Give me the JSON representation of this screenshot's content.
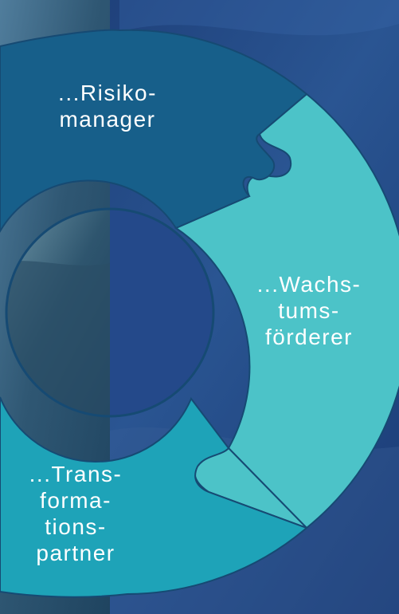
{
  "colors": {
    "ocean_dark": "#1e3f7a",
    "ocean_mid": "#2c5a93",
    "photo_left": "#3d6a8d",
    "segment_top": "#175f8a",
    "segment_right": "#4cc3c8",
    "segment_bottom": "#1ea3b8",
    "outline": "#164a73"
  },
  "segments": {
    "top": {
      "lines": [
        "...Risiko-",
        "manager"
      ]
    },
    "right": {
      "lines": [
        "...Wachs-",
        "tums-",
        "förderer"
      ]
    },
    "bottom": {
      "lines": [
        "...Trans-",
        "forma-",
        "tions-",
        "partner"
      ]
    }
  }
}
